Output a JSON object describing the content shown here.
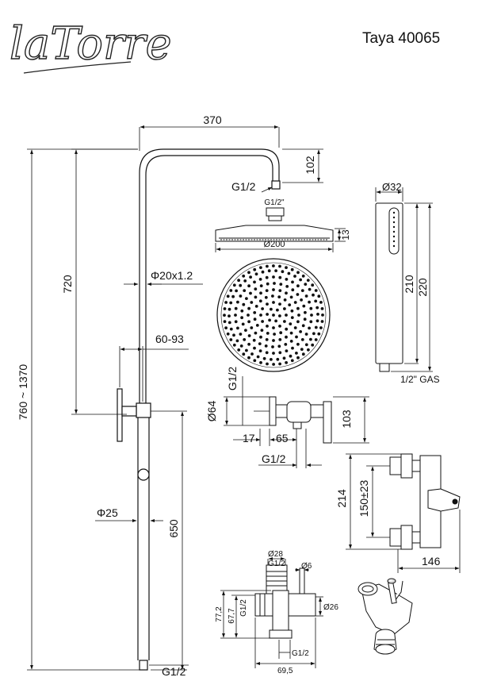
{
  "brand": {
    "logo": "laTorre"
  },
  "model": {
    "title": "Taya 40065"
  },
  "dims": {
    "arm_length": "370",
    "arm_drop": "102",
    "arm_thread": "G1/2",
    "head_thread": "G1/2\"",
    "head_thickness": "13",
    "head_diameter": "Ø200",
    "upper_tube_height": "720",
    "tube_spec": "Φ20x1.2",
    "bracket_range": "60-93",
    "total_height": "760 ~ 1370",
    "lower_tube_diameter": "Φ25",
    "lower_tube_height": "650",
    "bottom_thread": "G1/2",
    "hand_diameter": "Ø32",
    "hand_length_inner": "210",
    "hand_length_outer": "220",
    "hand_thread": "1/2\" GAS",
    "valve_inlet_thread": "G1/2",
    "flange_diameter": "Ø64",
    "valve_depth": "103",
    "offset_a": "17",
    "offset_b": "65",
    "valve_outlet_thread": "G1/2",
    "mixer_height": "214",
    "mixer_centres": "150±23",
    "mixer_depth": "146",
    "diverter_top_diameter": "Ø28",
    "diverter_top_thread": "G1/2",
    "diverter_pin": "Ø6",
    "diverter_height_1": "77,2",
    "diverter_height_2": "67,7",
    "diverter_side_thread": "G1/2",
    "diverter_body_diameter": "Ø26",
    "diverter_bottom_thread": "G1/2",
    "diverter_width": "69,5"
  }
}
